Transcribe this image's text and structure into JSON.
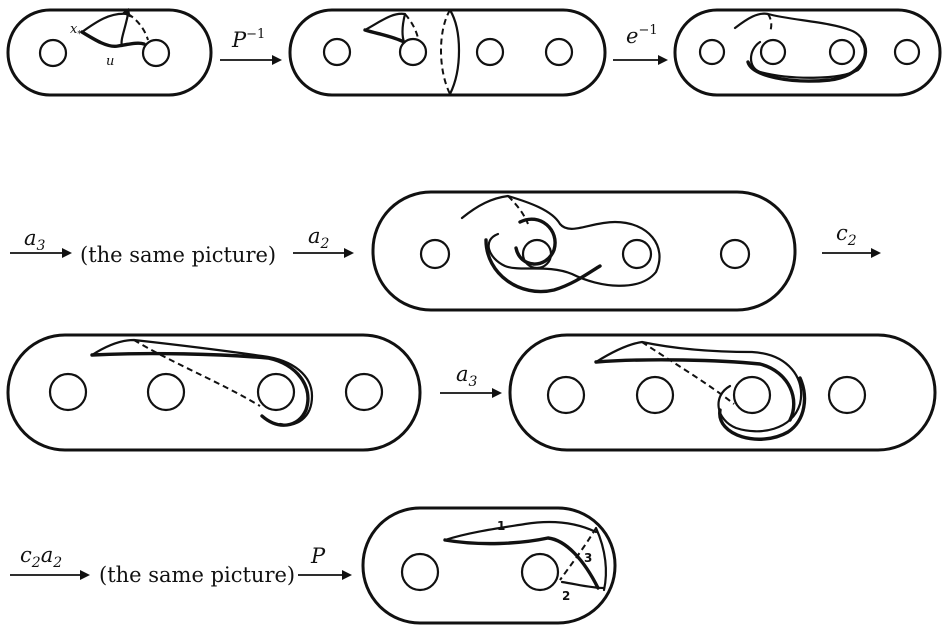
{
  "labels": {
    "x_star": "x",
    "x_star_sub": "*",
    "u": "u",
    "p_inv_base": "P",
    "p_inv_sup": "−1",
    "e_inv_base": "e",
    "e_inv_sup": "−1",
    "a3_base": "a",
    "a3_sub": "3",
    "same_picture_1": "(the same picture)",
    "a2_base": "a",
    "a2_sub": "2",
    "c2_base": "c",
    "c2_sub": "2",
    "a3b_base": "a",
    "a3b_sub": "3",
    "c2a2_c": "c",
    "c2a2_c_sub": "2",
    "c2a2_a": "a",
    "c2a2_a_sub": "2",
    "same_picture_2": "(the same picture)",
    "p_base": "P",
    "num_1": "1",
    "num_2": "2",
    "num_3": "3"
  },
  "style": {
    "ink_color": "#111111",
    "background": "#ffffff"
  }
}
